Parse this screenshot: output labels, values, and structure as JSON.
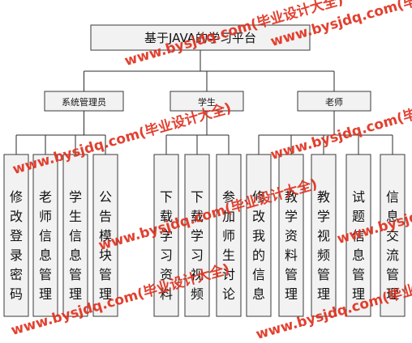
{
  "root": {
    "label": "基于JAVA的学习平台"
  },
  "groups": [
    {
      "label": "系统管理员",
      "children": [
        "修改登录密码",
        "老师信息管理",
        "学生信息管理",
        "公告模块管理"
      ]
    },
    {
      "label": "学生",
      "children": [
        "下载学习资料",
        "下载学习视频",
        "参加师生讨论"
      ]
    },
    {
      "label": "老师",
      "children": [
        "修改我的信息",
        "教学资料管理",
        "教学视频管理",
        "试题信息管理",
        "信息交流管理"
      ]
    }
  ],
  "watermark": {
    "text": "www.bysjdq.com(毕业设计大全)",
    "color": "#e0301e"
  }
}
